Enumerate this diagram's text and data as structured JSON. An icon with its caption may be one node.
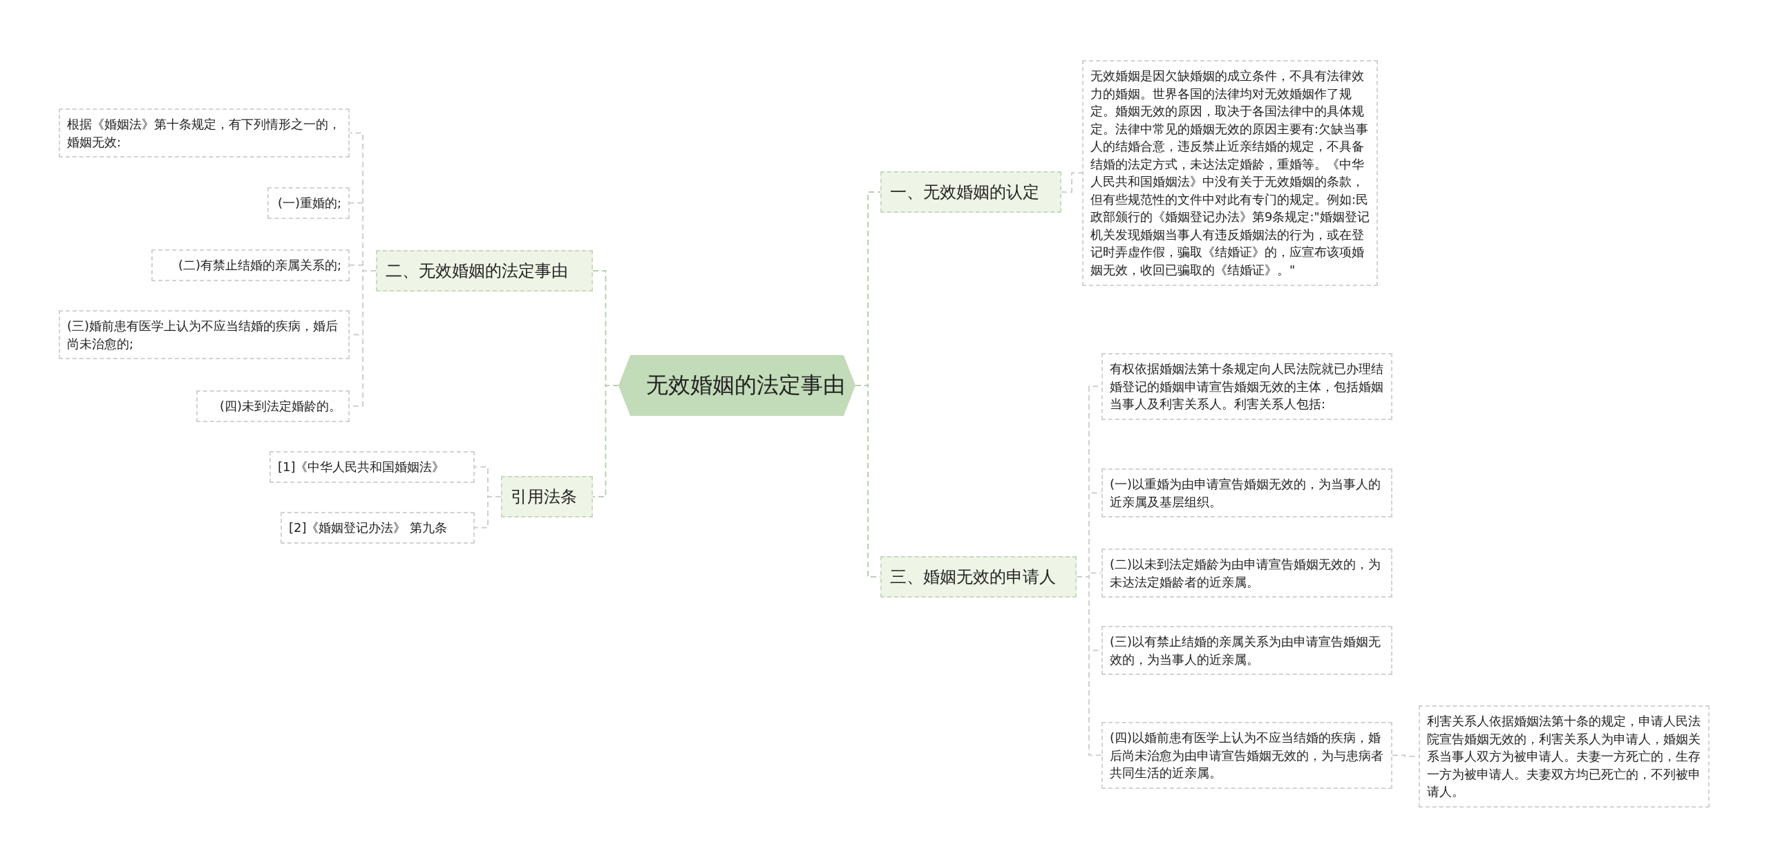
{
  "diagram": {
    "nodes": [
      {
        "text": [
          "无效婚姻的法定事由"
        ]
      },
      {
        "text": [
          "一、无效婚姻的认定"
        ]
      },
      {
        "text": [
          "无效婚姻是因欠缺婚姻的成立条件，不具有法律效力的婚姻。世界各国的法律均对无效婚姻作了规定。婚姻无效的原因，取决于各国法律中的具体规定。法律中常见的婚姻无效的原因主要有:欠缺当事人的结婚合意，违反禁止近亲结婚的规定，不具备结婚的法定方式，未达法定婚龄，重婚等。《中华人民共和国婚姻法》中没有关于无效婚姻的条款，但有些规范性的文件中对此有专门的规定。例如:民政部颁行的《婚姻登记办法》第9条规定:\"婚姻登记机关发现婚姻当事人有违反婚姻法的行为，或在登记时弄虚作假，骗取《结婚证》的，应宣布该项婚姻无效，收回已骗取的《结婚证》。\""
        ]
      },
      {
        "text": [
          "二、无效婚姻的法定事由"
        ]
      },
      {
        "text": [
          "根据《婚姻法》第十条规定，有下列情形之一的，婚姻无效:"
        ]
      },
      {
        "text": [
          "(一)重婚的;"
        ]
      },
      {
        "text": [
          "(二)有禁止结婚的亲属关系的;"
        ]
      },
      {
        "text": [
          "(三)婚前患有医学上认为不应当结婚的疾病，婚后尚未治愈的;"
        ]
      },
      {
        "text": [
          "(四)未到法定婚龄的。"
        ]
      },
      {
        "text": [
          "引用法条"
        ]
      },
      {
        "text": [
          "[1]《中华人民共和国婚姻法》"
        ]
      },
      {
        "text": [
          "[2]《婚姻登记办法》 第九条"
        ]
      },
      {
        "text": [
          "三、婚姻无效的申请人"
        ]
      },
      {
        "text": [
          "有权依据婚姻法第十条规定向人民法院就已办理结婚登记的婚姻申请宣告婚姻无效的主体，包括婚姻当事人及利害关系人。利害关系人包括:"
        ]
      },
      {
        "text": [
          "(一)以重婚为由申请宣告婚姻无效的，为当事人的近亲属及基层组织。"
        ]
      },
      {
        "text": [
          "(二)以未到法定婚龄为由申请宣告婚姻无效的，为未达法定婚龄者的近亲属。"
        ]
      },
      {
        "text": [
          "(三)以有禁止结婚的亲属关系为由申请宣告婚姻无效的，为当事人的近亲属。"
        ]
      },
      {
        "text": [
          "(四)以婚前患有医学上认为不应当结婚的疾病，婚后尚未治愈为由申请宣告婚姻无效的，为与患病者共同生活的近亲属。"
        ]
      },
      {
        "text": [
          "利害关系人依据婚姻法第十条的规定，申请人民法院宣告婚姻无效的，利害关系人为申请人，婚姻关系当事人双方为被申请人。夫妻一方死亡的，生存一方为被申请人。夫妻双方均已死亡的，不列被申请人。"
        ]
      }
    ],
    "edges": [
      {
        "from": 0,
        "to": 1,
        "arrow": "none",
        "style": "dashed",
        "color": "#b8d0b0"
      },
      {
        "from": 1,
        "to": 2,
        "arrow": "none",
        "style": "dashed"
      },
      {
        "from": 0,
        "to": 3,
        "arrow": "none",
        "style": "dashed",
        "color": "#b8d0b0"
      },
      {
        "from": 3,
        "to": 4,
        "arrow": "none",
        "style": "dashed"
      },
      {
        "from": 3,
        "to": 5,
        "arrow": "none",
        "style": "dashed"
      },
      {
        "from": 3,
        "to": 6,
        "arrow": "none",
        "style": "dashed"
      },
      {
        "from": 3,
        "to": 7,
        "arrow": "none",
        "style": "dashed"
      },
      {
        "from": 3,
        "to": 8,
        "arrow": "none",
        "style": "dashed"
      },
      {
        "from": 0,
        "to": 9,
        "arrow": "none",
        "style": "dashed",
        "color": "#b8d0b0"
      },
      {
        "from": 9,
        "to": 10,
        "arrow": "none",
        "style": "dashed"
      },
      {
        "from": 9,
        "to": 11,
        "arrow": "none",
        "style": "dashed"
      },
      {
        "from": 0,
        "to": 12,
        "arrow": "none",
        "style": "dashed",
        "color": "#b8d0b0"
      },
      {
        "from": 12,
        "to": 13,
        "arrow": "none",
        "style": "dashed"
      },
      {
        "from": 12,
        "to": 14,
        "arrow": "none",
        "style": "dashed"
      },
      {
        "from": 12,
        "to": 15,
        "arrow": "none",
        "style": "dashed"
      },
      {
        "from": 12,
        "to": 16,
        "arrow": "none",
        "style": "dashed"
      },
      {
        "from": 12,
        "to": 17,
        "arrow": "none",
        "style": "dashed"
      },
      {
        "from": 17,
        "to": 18,
        "arrow": "none",
        "style": "dashed"
      }
    ]
  }
}
